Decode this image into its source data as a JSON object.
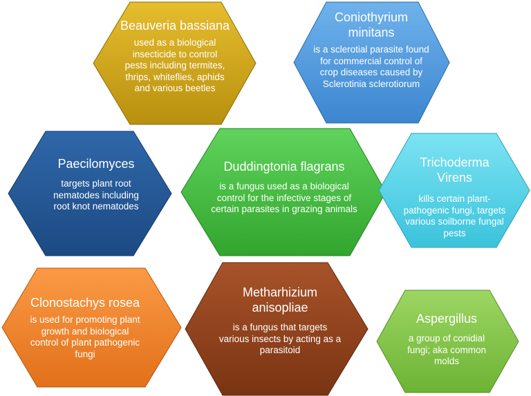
{
  "nodes": [
    {
      "id": "beauveria",
      "title": "Beauveria bassiana",
      "description": "used as a biological insecticide to control pests including termites, thrips, whiteflies, aphids and various beetles",
      "color_top": "#E6BD2E",
      "color_bottom": "#B8900F",
      "stroke": "#8C6C05"
    },
    {
      "id": "coniothyrium",
      "title": "Coniothyrium minitans",
      "description": "is a sclerotial parasite found for commercial control of crop diseases caused by Sclerotinia sclerotiorum",
      "color_top": "#6FB2EC",
      "color_bottom": "#3C86D0",
      "stroke": "#2D6AA8"
    },
    {
      "id": "paecilomyces",
      "title": "Paecilomyces",
      "description": "targets plant root nematodes including root knot nematodes",
      "color_top": "#2F67A9",
      "color_bottom": "#1C4A83",
      "stroke": "#143A68"
    },
    {
      "id": "duddingtonia",
      "title": "Duddingtonia flagrans",
      "description": "is a fungus used as a biological control for the infective stages of certain parasites in grazing animals",
      "color_top": "#5FD35B",
      "color_bottom": "#31A52D",
      "stroke": "#23821F"
    },
    {
      "id": "trichoderma",
      "title": "Trichoderma Virens",
      "description": "kills certain plant-pathogenic fungi, targets various soilborne fungal pests",
      "color_top": "#7CE3F3",
      "color_bottom": "#3BC3DC",
      "stroke": "#2AA0B6"
    },
    {
      "id": "clonostachys",
      "title": "Clonostachys rosea",
      "description": "is used for promoting plant growth and biological control of plant pathogenic fungi",
      "color_top": "#FB9A45",
      "color_bottom": "#E2701A",
      "stroke": "#B85510"
    },
    {
      "id": "metharhizium",
      "title": "Metharhizium anisopliae",
      "description": "is a fungus that targets various insects by acting as a parasitoid",
      "color_top": "#A8532A",
      "color_bottom": "#7A3412",
      "stroke": "#5C260B"
    },
    {
      "id": "aspergillus",
      "title": "Aspergillus",
      "description": "a group of conidial fungi; aka common molds",
      "color_top": "#9CD663",
      "color_bottom": "#6DB334",
      "stroke": "#538F22"
    }
  ]
}
